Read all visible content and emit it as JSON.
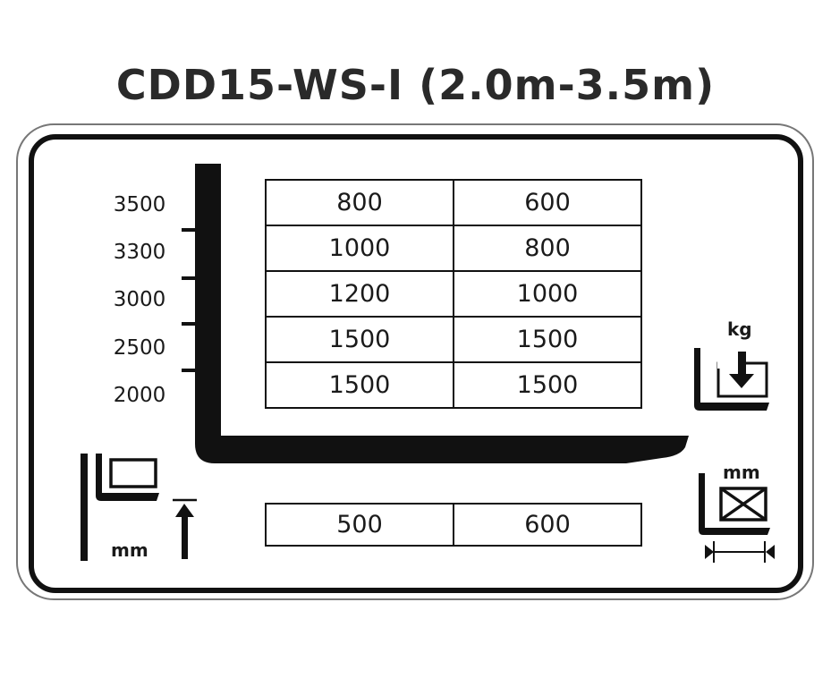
{
  "title": "CDD15-WS-I (2.0m-3.5m)",
  "lift_heights_mm": [
    "3500",
    "3300",
    "3000",
    "2500",
    "2000"
  ],
  "load_capacity_kg": [
    [
      "800",
      "600"
    ],
    [
      "1000",
      "800"
    ],
    [
      "1200",
      "1000"
    ],
    [
      "1500",
      "1500"
    ],
    [
      "1500",
      "1500"
    ]
  ],
  "load_center_mm": [
    "500",
    "600"
  ],
  "units": {
    "height": "mm",
    "load": "kg",
    "center": "mm"
  },
  "icons": [
    "lift-height-icon",
    "load-weight-icon",
    "load-center-icon"
  ]
}
